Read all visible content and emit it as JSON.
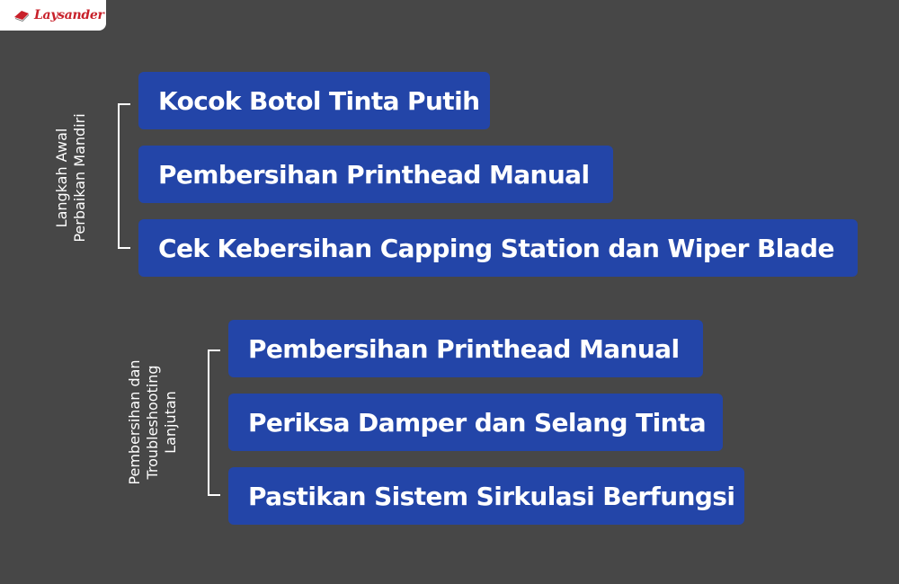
{
  "logo": {
    "text": "Laysander",
    "icon": "printer-icon",
    "color": "#c8202a"
  },
  "colors": {
    "background": "#474747",
    "box": "#2345a8",
    "text": "#ffffff"
  },
  "groups": [
    {
      "label_line1": "Langkah Awal",
      "label_line2": "Perbaikan Mandiri",
      "steps": [
        "Kocok Botol Tinta Putih",
        "Pembersihan Printhead Manual",
        "Cek Kebersihan Capping Station dan Wiper Blade"
      ]
    },
    {
      "label_line1": "Pembersihan dan",
      "label_line2": "Troubleshooting",
      "label_line3": "Lanjutan",
      "steps": [
        "Pembersihan Printhead Manual",
        "Periksa Damper dan Selang Tinta",
        "Pastikan Sistem Sirkulasi Berfungsi"
      ]
    }
  ]
}
